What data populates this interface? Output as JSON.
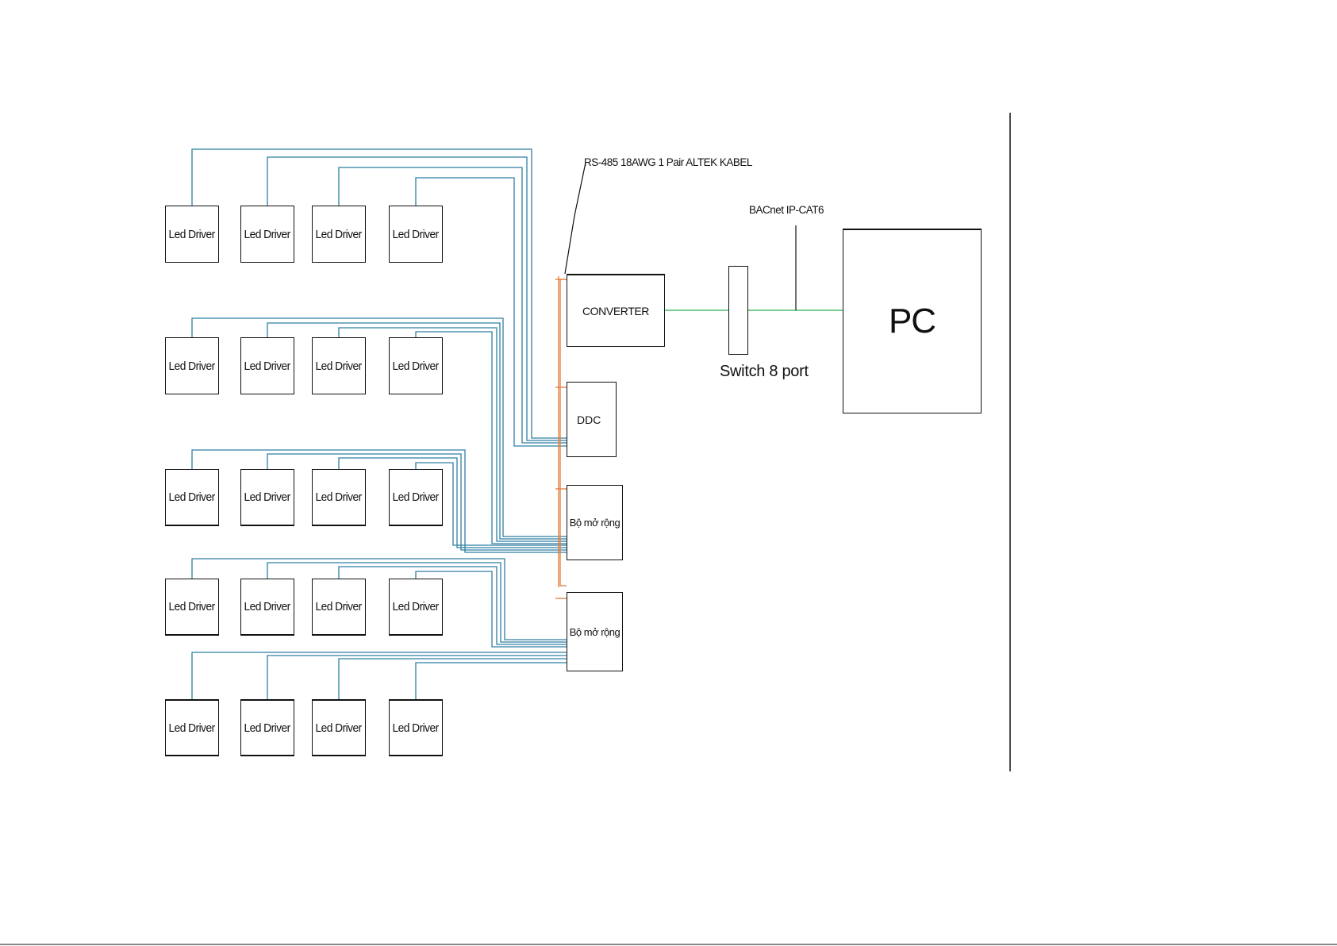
{
  "diagram": {
    "driver_label": "Led Driver",
    "devices": {
      "converter": "CONVERTER",
      "ddc": "DDC",
      "expander": "Bộ mở rộng",
      "pc": "PC",
      "switch_caption": "Switch 8 port"
    },
    "annotations": {
      "rs485": "RS-485 18AWG 1 Pair ALTEK KABEL",
      "bacnet": "BACnet IP-CAT6"
    },
    "colors": {
      "driver_bus": "#2f7fa3",
      "rs485": "#e07b39",
      "ethernet": "#22b14c",
      "outline": "#111111"
    }
  }
}
